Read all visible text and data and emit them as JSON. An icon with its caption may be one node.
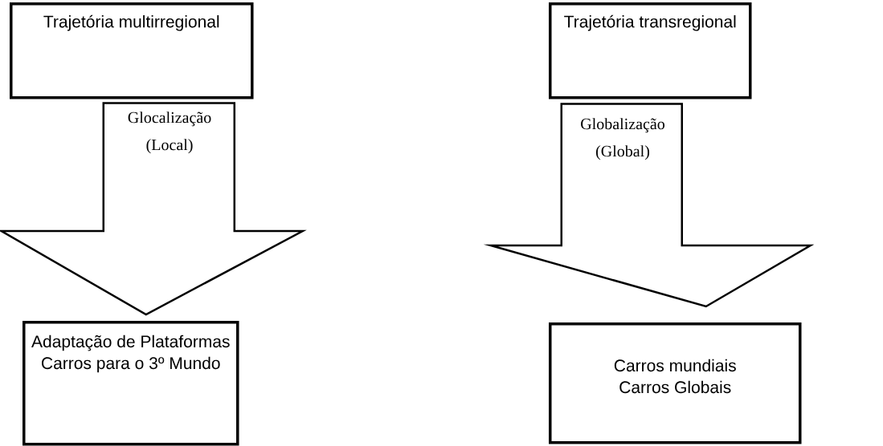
{
  "diagram": {
    "nodes": [
      {
        "text": [
          "Trajetória multirregional"
        ]
      },
      {
        "text": [
          "Trajetória transregional"
        ]
      },
      {
        "text": [
          "Adaptação de Plataformas Carros para o 3º Mundo"
        ]
      },
      {
        "text": [
          "Carros mundiais Carros Globais"
        ]
      }
    ],
    "edges": [
      {
        "from": 0,
        "to": 2,
        "arrow": "to",
        "label": "Glocalização (Local)"
      },
      {
        "from": 1,
        "to": 3,
        "arrow": "to",
        "label": "Globalização (Global)"
      }
    ]
  }
}
